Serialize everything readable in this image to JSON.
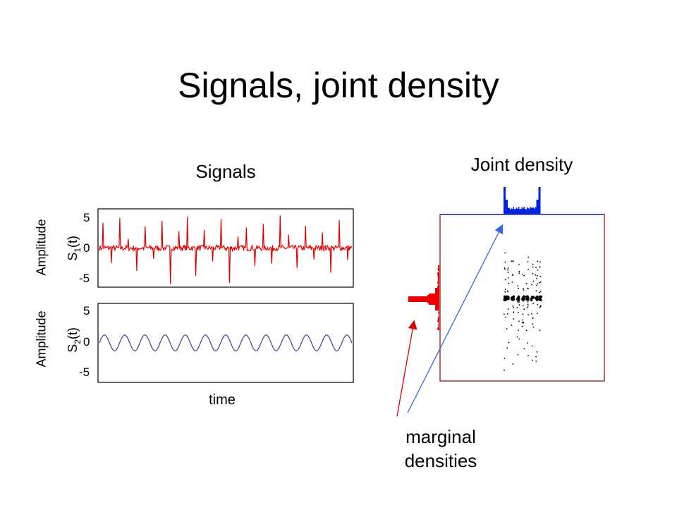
{
  "slide": {
    "title": "Signals, joint density",
    "signals_heading": "Signals",
    "joint_heading": "Joint density",
    "annotation_line1": "marginal",
    "annotation_line2": "densities"
  },
  "colors": {
    "s1": "#dd0000",
    "s2": "#3a3f8f",
    "marginal_x": "#0022dd",
    "marginal_y": "#ee0000",
    "points": "#000000",
    "arrow_red": "#dd0000",
    "arrow_blue": "#3366dd"
  },
  "chart_data": [
    {
      "type": "line",
      "ylabel_outer": "Amplitude",
      "ylabel_prefix": "S",
      "ylabel_sub": "1",
      "ylabel_suffix": "(t)",
      "yticks": [
        "5",
        "0",
        "-5"
      ],
      "ylim": [
        -6.5,
        6.5
      ],
      "xlabel": "",
      "description": "spiky sparse noise, baseline near 0, spikes to about ±5",
      "spike_values": [
        4.2,
        -2.5,
        5.0,
        1.5,
        -3.8,
        3.6,
        -1.8,
        4.5,
        -6.0,
        2.8,
        5.2,
        -4.6,
        3.0,
        -2.2,
        4.8,
        -5.8,
        1.9,
        3.4,
        -3.0,
        4.0,
        -2.6,
        5.4,
        2.2,
        -3.3,
        3.7,
        -1.9,
        2.6,
        -4.1,
        4.6,
        -2.0
      ]
    },
    {
      "type": "line",
      "ylabel_outer": "Amplitude",
      "ylabel_prefix": "S",
      "ylabel_sub": "2",
      "ylabel_suffix": "(t)",
      "yticks": [
        "5",
        "0",
        "-5"
      ],
      "ylim": [
        -6.5,
        6.5
      ],
      "xlabel": "time",
      "description": "sinusoid, amplitude about 1.3, about 12.5 cycles",
      "amplitude": 1.3,
      "cycles": 12.5
    },
    {
      "type": "scatter",
      "title": "Joint density",
      "description": "scatter of S1 vs S2 with marginal histograms on top and left",
      "point_count": 220
    }
  ]
}
